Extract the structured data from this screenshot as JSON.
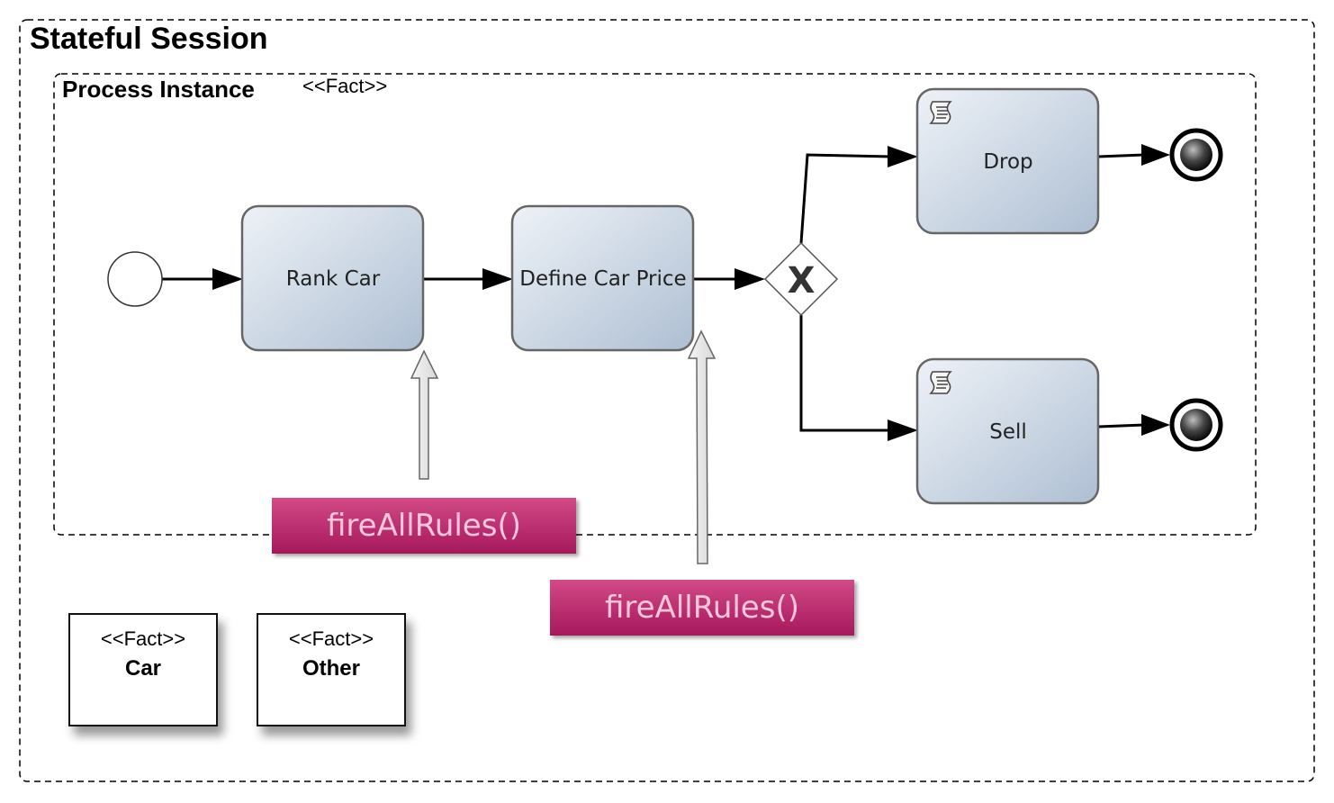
{
  "diagram": {
    "session_title": "Stateful Session",
    "process_title": "Process Instance",
    "process_stereotype": "<<Fact>>",
    "nodes": {
      "start": {
        "type": "start-event"
      },
      "rank_car": {
        "type": "task",
        "label": "Rank Car"
      },
      "define_price": {
        "type": "task",
        "label": "Define Car Price"
      },
      "gateway": {
        "type": "exclusive-gateway",
        "symbol": "X"
      },
      "drop": {
        "type": "script-task",
        "label": "Drop"
      },
      "sell": {
        "type": "script-task",
        "label": "Sell"
      },
      "end_drop": {
        "type": "end-event"
      },
      "end_sell": {
        "type": "end-event"
      }
    },
    "edges": [
      {
        "from": "start",
        "to": "rank_car"
      },
      {
        "from": "rank_car",
        "to": "define_price"
      },
      {
        "from": "define_price",
        "to": "gateway"
      },
      {
        "from": "gateway",
        "to": "drop"
      },
      {
        "from": "gateway",
        "to": "sell"
      },
      {
        "from": "drop",
        "to": "end_drop"
      },
      {
        "from": "sell",
        "to": "end_sell"
      }
    ],
    "fire_calls": [
      {
        "label": "fireAllRules()",
        "target": "rank_car"
      },
      {
        "label": "fireAllRules()",
        "target": "define_price"
      }
    ],
    "facts": [
      {
        "stereotype": "<<Fact>>",
        "name": "Car"
      },
      {
        "stereotype": "<<Fact>>",
        "name": "Other"
      }
    ],
    "colors": {
      "task_fill_light": "#eef2f7",
      "task_fill_dark": "#aebfd3",
      "task_border": "#666666",
      "fire_button_top": "#d24a86",
      "fire_button_bottom": "#a6185c",
      "fire_button_text": "#f6c6dc"
    }
  }
}
